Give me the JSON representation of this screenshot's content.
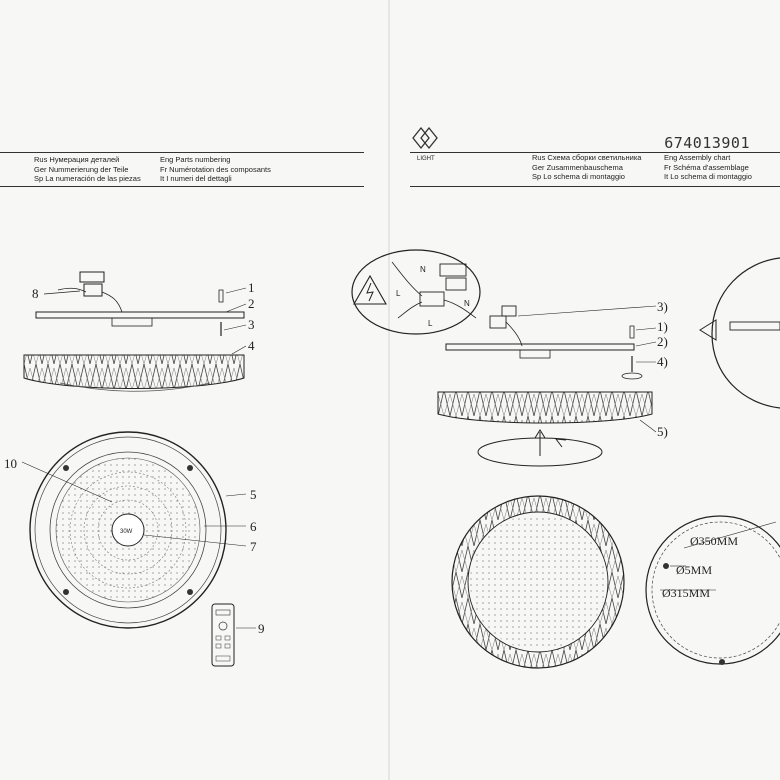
{
  "left_page": {
    "model_code": "674013901",
    "header": {
      "col1": [
        "Rus Нумерация деталей",
        "Ger Nummerierung der Teile",
        "Sp La numeración de las piezas"
      ],
      "col2": [
        "Eng Parts numbering",
        "Fr Numérotation des composants",
        "It I numeri del dettagli"
      ]
    },
    "part_labels": [
      "8",
      "1",
      "2",
      "3",
      "4",
      "10",
      "5",
      "6",
      "7",
      "9"
    ],
    "driver_text": "30W"
  },
  "right_page": {
    "logo_text": "LIGHT",
    "header": {
      "col1": [
        "Rus Схема сборки светильника",
        "Ger Zusammenbauschema",
        "Sp Lo schema di montaggio"
      ],
      "col2": [
        "Eng Assembly chart",
        "Fr Schéma d'assemblage",
        "It Lo schema di montaggio"
      ]
    },
    "step_labels": [
      "3)",
      "1)",
      "2)",
      "4)",
      "5)"
    ],
    "wire_labels": [
      "N",
      "L",
      "N",
      "L"
    ],
    "dimensions": [
      "Ø350MM",
      "Ø5MM",
      "Ø315MM"
    ]
  }
}
